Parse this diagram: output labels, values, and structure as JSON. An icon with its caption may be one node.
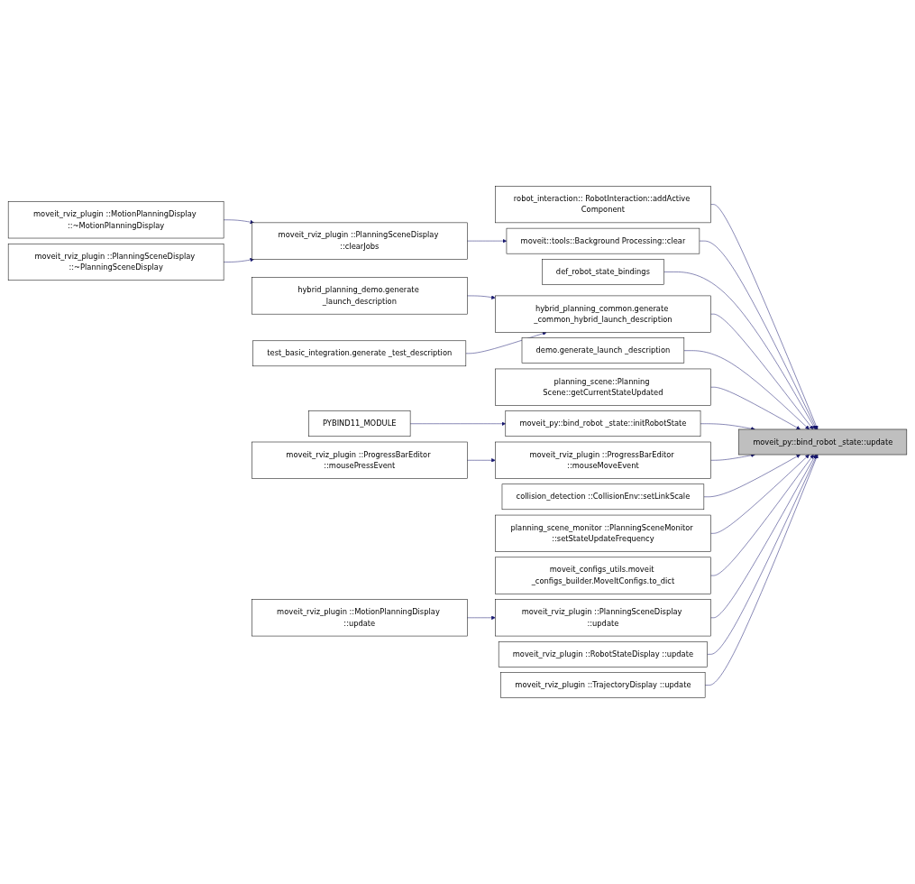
{
  "diagram": {
    "nodes": [
      {
        "text": [
          "moveit_rviz_plugin ::MotionPlanningDisplay ::~MotionPlanningDisplay"
        ]
      },
      {
        "text": [
          "moveit_rviz_plugin ::PlanningSceneDisplay ::~PlanningSceneDisplay"
        ]
      },
      {
        "text": [
          "moveit_rviz_plugin ::PlanningSceneDisplay ::clearJobs"
        ]
      },
      {
        "text": [
          "hybrid_planning_demo.generate _launch_description"
        ]
      },
      {
        "text": [
          "test_basic_integration.generate _test_description"
        ]
      },
      {
        "text": [
          "PYBIND11_MODULE"
        ]
      },
      {
        "text": [
          "moveit_rviz_plugin ::ProgressBarEditor ::mousePressEvent"
        ]
      },
      {
        "text": [
          "moveit_rviz_plugin ::MotionPlanningDisplay ::update"
        ]
      },
      {
        "text": [
          "robot_interaction:: RobotInteraction::addActive Component"
        ]
      },
      {
        "text": [
          "moveit::tools::Background Processing::clear"
        ]
      },
      {
        "text": [
          "def_robot_state_bindings"
        ]
      },
      {
        "text": [
          "hybrid_planning_common.generate _common_hybrid_launch_description"
        ]
      },
      {
        "text": [
          "demo.generate_launch _description"
        ]
      },
      {
        "text": [
          "planning_scene::Planning Scene::getCurrentStateUpdated"
        ]
      },
      {
        "text": [
          "moveit_py::bind_robot _state::initRobotState"
        ]
      },
      {
        "text": [
          "moveit_rviz_plugin ::ProgressBarEditor ::mouseMoveEvent"
        ]
      },
      {
        "text": [
          "collision_detection ::CollisionEnv::setLinkScale"
        ]
      },
      {
        "text": [
          "planning_scene_monitor ::PlanningSceneMonitor ::setStateUpdateFrequency"
        ]
      },
      {
        "text": [
          "moveit_configs_utils.moveit _configs_builder.MoveItConfigs.to_dict"
        ]
      },
      {
        "text": [
          "moveit_rviz_plugin ::PlanningSceneDisplay ::update"
        ]
      },
      {
        "text": [
          "moveit_rviz_plugin ::RobotStateDisplay ::update"
        ]
      },
      {
        "text": [
          "moveit_rviz_plugin ::TrajectoryDisplay ::update"
        ]
      },
      {
        "text": [
          "moveit_py::bind_robot _state::update"
        ]
      }
    ],
    "edges": [
      {
        "from": 0,
        "to": 2,
        "arrow": "to"
      },
      {
        "from": 1,
        "to": 2,
        "arrow": "to"
      },
      {
        "from": 2,
        "to": 9,
        "arrow": "to"
      },
      {
        "from": 3,
        "to": 11,
        "arrow": "to"
      },
      {
        "from": 4,
        "to": 11,
        "arrow": "to"
      },
      {
        "from": 5,
        "to": 14,
        "arrow": "to"
      },
      {
        "from": 6,
        "to": 15,
        "arrow": "to"
      },
      {
        "from": 7,
        "to": 19,
        "arrow": "to"
      },
      {
        "from": 8,
        "to": 22,
        "arrow": "to"
      },
      {
        "from": 9,
        "to": 22,
        "arrow": "to"
      },
      {
        "from": 10,
        "to": 22,
        "arrow": "to"
      },
      {
        "from": 11,
        "to": 22,
        "arrow": "to"
      },
      {
        "from": 12,
        "to": 22,
        "arrow": "to"
      },
      {
        "from": 13,
        "to": 22,
        "arrow": "to"
      },
      {
        "from": 14,
        "to": 22,
        "arrow": "to"
      },
      {
        "from": 15,
        "to": 22,
        "arrow": "to"
      },
      {
        "from": 16,
        "to": 22,
        "arrow": "to"
      },
      {
        "from": 17,
        "to": 22,
        "arrow": "to"
      },
      {
        "from": 18,
        "to": 22,
        "arrow": "to"
      },
      {
        "from": 19,
        "to": 22,
        "arrow": "to"
      },
      {
        "from": 20,
        "to": 22,
        "arrow": "to"
      },
      {
        "from": 21,
        "to": 22,
        "arrow": "to"
      }
    ]
  }
}
